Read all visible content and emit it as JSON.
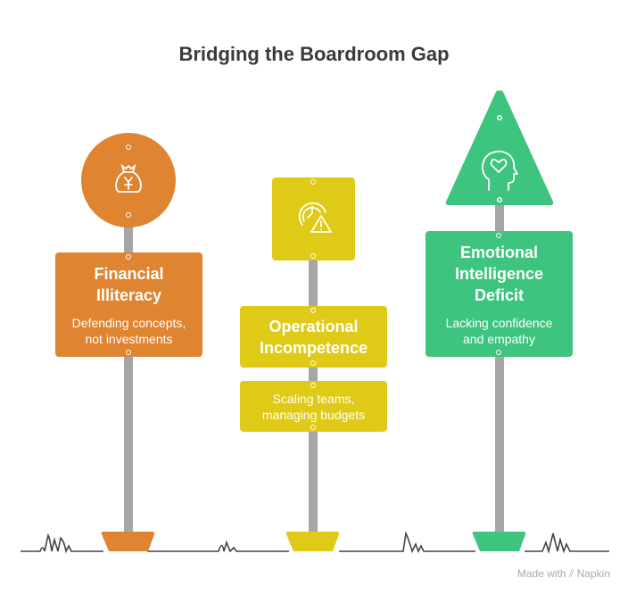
{
  "title": "Bridging the Boardroom Gap",
  "signs": [
    {
      "title_lines": [
        "Financial",
        "Illiteracy"
      ],
      "description_lines": [
        "Defending concepts,",
        "not investments"
      ],
      "icon": "money-bag-icon",
      "color": "#df8430"
    },
    {
      "title_lines": [
        "Operational",
        "Incompetence"
      ],
      "description_lines": [
        "Scaling teams,",
        "managing budgets"
      ],
      "icon": "gear-warning-icon",
      "color": "#dfca17"
    },
    {
      "title_lines": [
        "Emotional",
        "Intelligence",
        "Deficit"
      ],
      "description_lines": [
        "Lacking confidence",
        "and empathy"
      ],
      "icon": "head-heart-icon",
      "color": "#3dc47e"
    }
  ],
  "footer": {
    "made_with": "Made with",
    "brand": "Napkin"
  }
}
